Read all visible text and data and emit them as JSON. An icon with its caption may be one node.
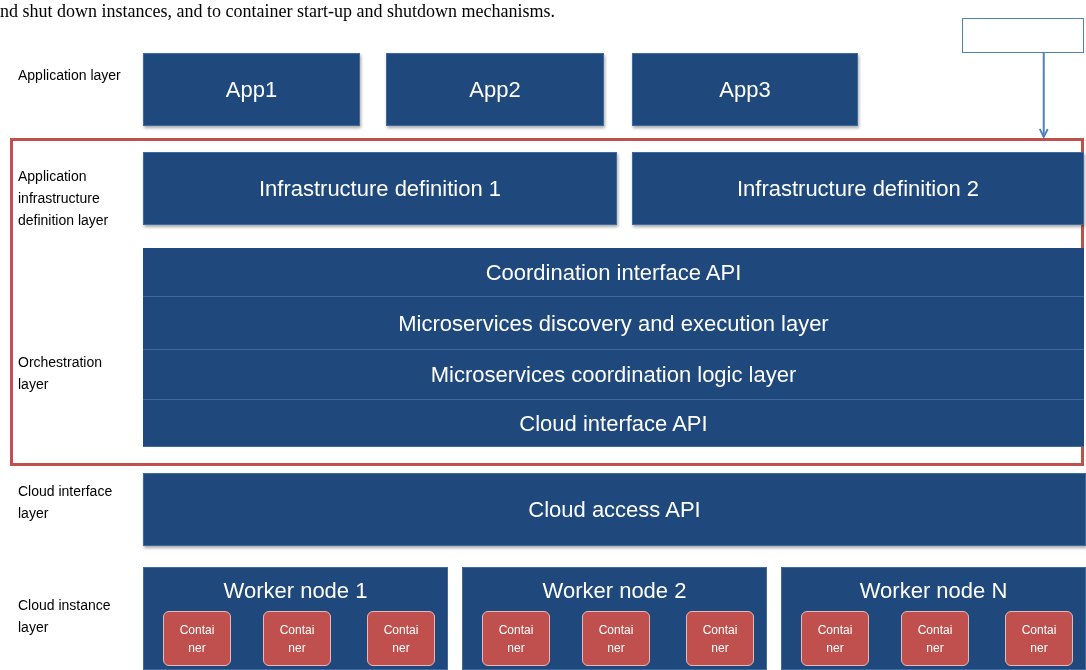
{
  "diagram": {
    "nodes": [
      {
        "text": [],
        "shape": "box"
      },
      {
        "text": [
          "App1"
        ]
      },
      {
        "text": [
          "App2"
        ]
      },
      {
        "text": [
          "App3"
        ]
      },
      {
        "text": [],
        "shape": "box"
      },
      {
        "text": [
          "Infrastructure definition 1"
        ],
        "in": 4
      },
      {
        "text": [
          "Infrastructure definition 2"
        ],
        "in": 4
      },
      {
        "text": [
          "Coordination interface API"
        ],
        "in": 4
      },
      {
        "text": [
          "Microservices discovery and execution layer"
        ],
        "in": 4
      },
      {
        "text": [
          "Microservices coordination logic layer"
        ],
        "in": 4
      },
      {
        "text": [
          "Cloud interface API"
        ],
        "in": 4
      },
      {
        "text": [
          "Cloud access API"
        ]
      },
      {
        "text": [
          "Worker node 1"
        ]
      },
      {
        "text": [
          "Contai ner"
        ],
        "in": 12
      },
      {
        "text": [
          "Contai ner"
        ],
        "in": 12
      },
      {
        "text": [
          "Contai ner"
        ],
        "in": 12
      },
      {
        "text": [
          "Worker node 2"
        ]
      },
      {
        "text": [
          "Contai ner"
        ],
        "in": 16
      },
      {
        "text": [
          "Contai ner"
        ],
        "in": 16
      },
      {
        "text": [
          "Contai ner"
        ],
        "in": 16
      },
      {
        "text": [
          "Worker node N"
        ]
      },
      {
        "text": [
          "Contai ner"
        ],
        "in": 20
      },
      {
        "text": [
          "Contai ner"
        ],
        "in": 20
      },
      {
        "text": [
          "Contai ner"
        ],
        "in": 20
      }
    ],
    "edges": [
      {
        "from": 0,
        "to": 4,
        "arrow": "to"
      }
    ],
    "labels": [
      "nd shut down instances, and to container start-up and shutdown mechanisms.",
      "Application layer",
      "Application infrastructure definition layer",
      "Orchestration layer",
      "Cloud interface layer",
      "Cloud instance layer"
    ]
  }
}
